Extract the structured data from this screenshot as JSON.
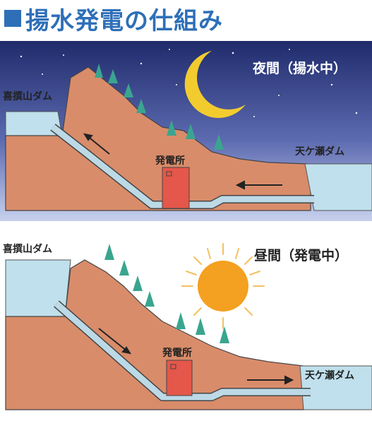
{
  "title": "揚水発電の仕組み",
  "night": {
    "mode_label": "夜間（揚水中）",
    "upper_dam": "喜撰山ダム",
    "lower_dam": "天ケ瀬ダム",
    "plant": "発電所"
  },
  "day": {
    "mode_label": "昼間（発電中）",
    "upper_dam": "喜撰山ダム",
    "lower_dam": "天ケ瀬ダム",
    "plant": "発電所"
  },
  "colors": {
    "title": "#2e6fb8",
    "night_sky_top": "#1f2b6b",
    "night_sky_bottom": "#b9c6ea",
    "earth": "#d98c6a",
    "water": "#bfe0ec",
    "pipe": "#bcd9e6",
    "plant": "#e4574a",
    "tree": "#3aa58f",
    "moon": "#f2cc2e",
    "sun": "#f4a020"
  }
}
